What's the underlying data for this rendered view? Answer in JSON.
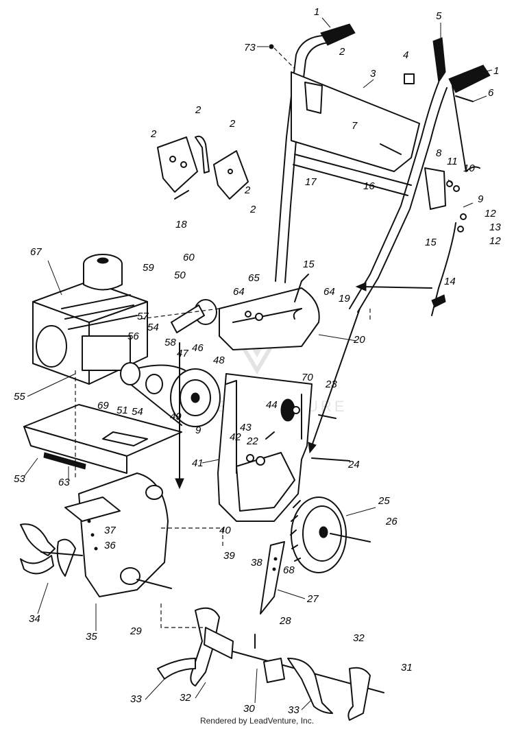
{
  "diagram": {
    "footer": "Rendered by LeadVenture, Inc.",
    "watermark": "LEADVENTURE",
    "callouts": [
      "1",
      "1",
      "2",
      "2",
      "2",
      "2",
      "2",
      "2",
      "3",
      "4",
      "5",
      "6",
      "7",
      "8",
      "9",
      "9",
      "10",
      "11",
      "12",
      "12",
      "13",
      "14",
      "15",
      "15",
      "16",
      "17",
      "18",
      "19",
      "20",
      "22",
      "23",
      "24",
      "25",
      "26",
      "27",
      "28",
      "29",
      "30",
      "31",
      "32",
      "32",
      "33",
      "33",
      "34",
      "35",
      "36",
      "37",
      "38",
      "39",
      "40",
      "41",
      "42",
      "43",
      "44",
      "46",
      "47",
      "48",
      "49",
      "50",
      "51",
      "53",
      "54",
      "54",
      "55",
      "56",
      "57",
      "58",
      "59",
      "60",
      "63",
      "64",
      "64",
      "65",
      "67",
      "68",
      "69",
      "70",
      "73"
    ]
  }
}
